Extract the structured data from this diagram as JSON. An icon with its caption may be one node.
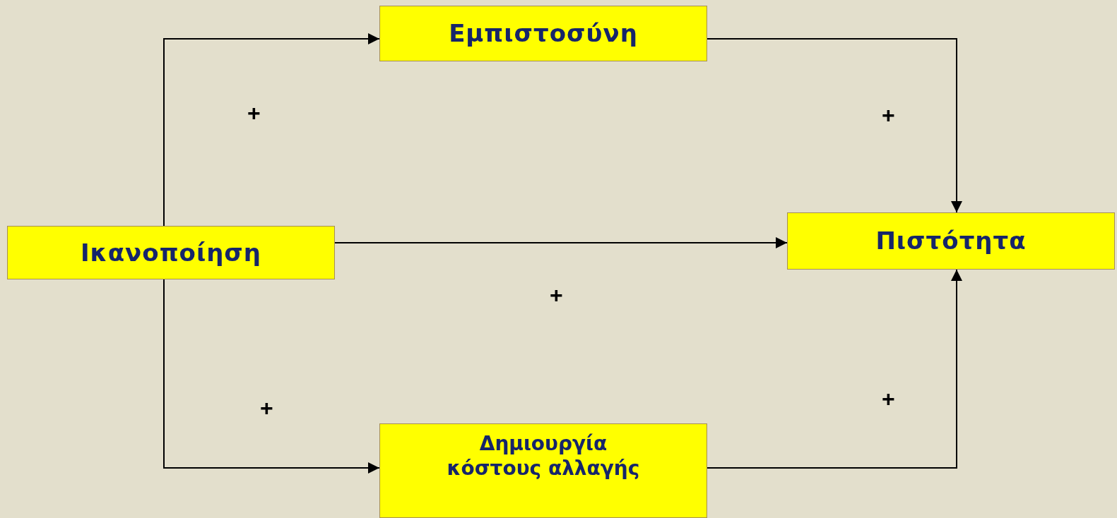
{
  "diagram": {
    "nodes": [
      {
        "text": [
          "Ικανοποίηση"
        ]
      },
      {
        "text": [
          "Εμπιστοσύνη"
        ]
      },
      {
        "text": [
          "Πιστότητα"
        ]
      },
      {
        "text": [
          "Δημιουργία κόστους αλλαγής"
        ]
      }
    ],
    "edges": [
      {
        "from": 0,
        "to": 1,
        "arrow": "to",
        "label": "+"
      },
      {
        "from": 1,
        "to": 2,
        "arrow": "to",
        "label": "+"
      },
      {
        "from": 0,
        "to": 2,
        "arrow": "to",
        "label": "+"
      },
      {
        "from": 0,
        "to": 3,
        "arrow": "to",
        "label": "+"
      },
      {
        "from": 3,
        "to": 2,
        "arrow": "to",
        "label": "+"
      }
    ]
  }
}
